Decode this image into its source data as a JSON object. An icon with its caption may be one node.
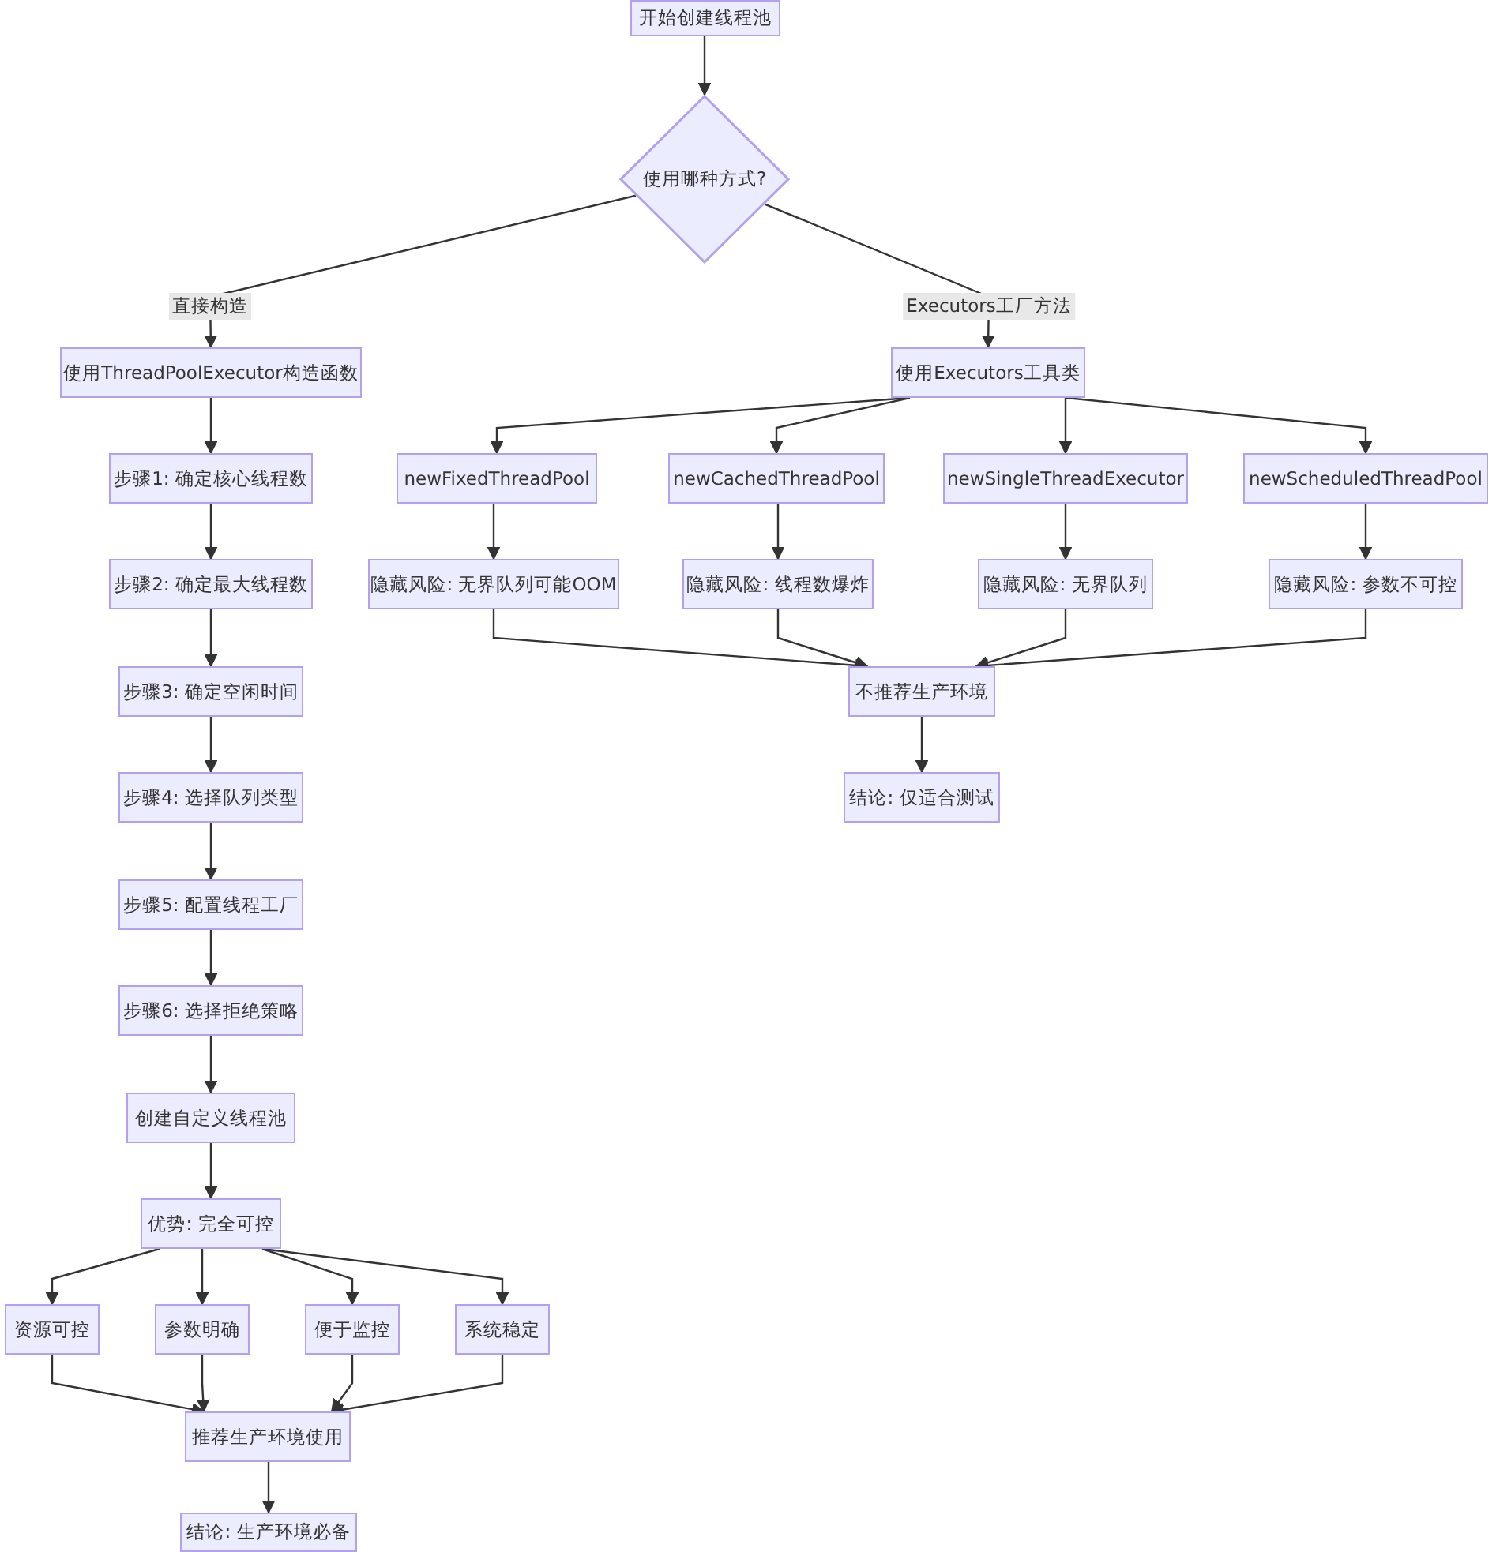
{
  "diagram": {
    "nodes": [
      {
        "text": [
          "开始创建线程池"
        ]
      },
      {
        "text": [
          "使用哪种方式?"
        ]
      },
      {
        "text": [
          "使用ThreadPoolExecutor构造函数"
        ]
      },
      {
        "text": [
          "步骤1: 确定核心线程数"
        ]
      },
      {
        "text": [
          "步骤2: 确定最大线程数"
        ]
      },
      {
        "text": [
          "步骤3: 确定空闲时间"
        ]
      },
      {
        "text": [
          "步骤4: 选择队列类型"
        ]
      },
      {
        "text": [
          "步骤5: 配置线程工厂"
        ]
      },
      {
        "text": [
          "步骤6: 选择拒绝策略"
        ]
      },
      {
        "text": [
          "创建自定义线程池"
        ]
      },
      {
        "text": [
          "优势: 完全可控"
        ]
      },
      {
        "text": [
          "资源可控"
        ]
      },
      {
        "text": [
          "参数明确"
        ]
      },
      {
        "text": [
          "便于监控"
        ]
      },
      {
        "text": [
          "系统稳定"
        ]
      },
      {
        "text": [
          "推荐生产环境使用"
        ]
      },
      {
        "text": [
          "结论: 生产环境必备"
        ]
      },
      {
        "text": [
          "使用Executors工具类"
        ]
      },
      {
        "text": [
          "newFixedThreadPool"
        ]
      },
      {
        "text": [
          "newCachedThreadPool"
        ]
      },
      {
        "text": [
          "newSingleThreadExecutor"
        ]
      },
      {
        "text": [
          "newScheduledThreadPool"
        ]
      },
      {
        "text": [
          "隐藏风险: 无界队列可能OOM"
        ]
      },
      {
        "text": [
          "隐藏风险: 线程数爆炸"
        ]
      },
      {
        "text": [
          "隐藏风险: 无界队列"
        ]
      },
      {
        "text": [
          "隐藏风险: 参数不可控"
        ]
      },
      {
        "text": [
          "不推荐生产环境"
        ]
      },
      {
        "text": [
          "结论: 仅适合测试"
        ]
      }
    ],
    "edges": [
      {
        "from": 0,
        "to": 1,
        "arrow": "to"
      },
      {
        "from": 1,
        "to": 2,
        "arrow": "to",
        "label": "直接构造"
      },
      {
        "from": 1,
        "to": 17,
        "arrow": "to",
        "label": "Executors工厂方法"
      },
      {
        "from": 2,
        "to": 3,
        "arrow": "to"
      },
      {
        "from": 3,
        "to": 4,
        "arrow": "to"
      },
      {
        "from": 4,
        "to": 5,
        "arrow": "to"
      },
      {
        "from": 5,
        "to": 6,
        "arrow": "to"
      },
      {
        "from": 6,
        "to": 7,
        "arrow": "to"
      },
      {
        "from": 7,
        "to": 8,
        "arrow": "to"
      },
      {
        "from": 8,
        "to": 9,
        "arrow": "to"
      },
      {
        "from": 9,
        "to": 10,
        "arrow": "to"
      },
      {
        "from": 10,
        "to": 11,
        "arrow": "to"
      },
      {
        "from": 10,
        "to": 12,
        "arrow": "to"
      },
      {
        "from": 10,
        "to": 13,
        "arrow": "to"
      },
      {
        "from": 10,
        "to": 14,
        "arrow": "to"
      },
      {
        "from": 11,
        "to": 15,
        "arrow": "to"
      },
      {
        "from": 12,
        "to": 15,
        "arrow": "to"
      },
      {
        "from": 13,
        "to": 15,
        "arrow": "to"
      },
      {
        "from": 14,
        "to": 15,
        "arrow": "to"
      },
      {
        "from": 15,
        "to": 16,
        "arrow": "to"
      },
      {
        "from": 17,
        "to": 18,
        "arrow": "to"
      },
      {
        "from": 17,
        "to": 19,
        "arrow": "to"
      },
      {
        "from": 17,
        "to": 20,
        "arrow": "to"
      },
      {
        "from": 17,
        "to": 21,
        "arrow": "to"
      },
      {
        "from": 18,
        "to": 22,
        "arrow": "to"
      },
      {
        "from": 19,
        "to": 23,
        "arrow": "to"
      },
      {
        "from": 20,
        "to": 24,
        "arrow": "to"
      },
      {
        "from": 21,
        "to": 25,
        "arrow": "to"
      },
      {
        "from": 22,
        "to": 26,
        "arrow": "to"
      },
      {
        "from": 23,
        "to": 26,
        "arrow": "to"
      },
      {
        "from": 24,
        "to": 26,
        "arrow": "to"
      },
      {
        "from": 25,
        "to": 26,
        "arrow": "to"
      },
      {
        "from": 26,
        "to": 27,
        "arrow": "to"
      }
    ]
  }
}
